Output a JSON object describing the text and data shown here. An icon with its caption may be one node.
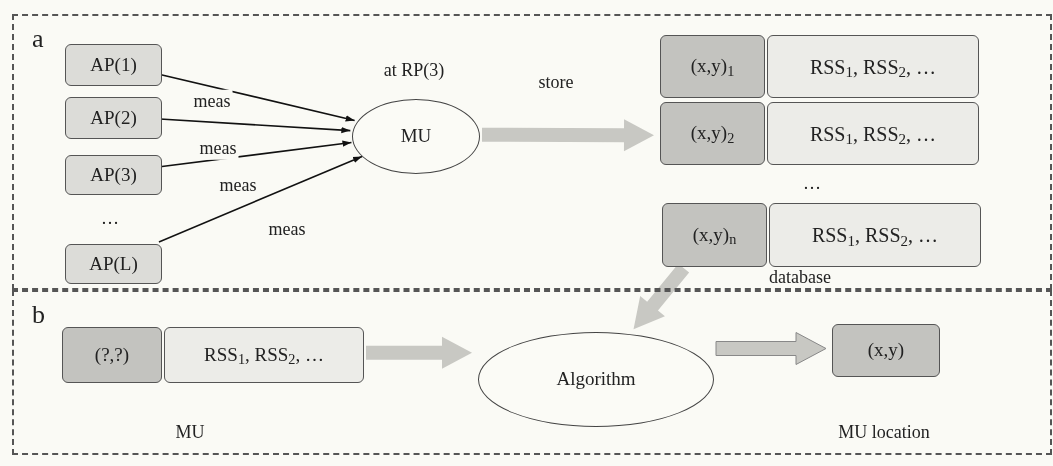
{
  "diagram": {
    "nodes": [
      {
        "text": [
          "a"
        ]
      },
      {
        "text": [
          "AP(1)"
        ],
        "in": 0
      },
      {
        "text": [
          "AP(2)"
        ],
        "in": 0
      },
      {
        "text": [
          "AP(3)"
        ],
        "in": 0
      },
      {
        "text": [
          "AP(L)"
        ],
        "in": 0
      },
      {
        "text": [
          "MU"
        ],
        "in": 0,
        "beside": [
          "at RP(3)"
        ]
      },
      {
        "text": [
          "(x,y)$_{1}$"
        ],
        "in": 0
      },
      {
        "text": [
          "RSS$_{1}$, RSS$_{2}$, …"
        ],
        "in": 0
      },
      {
        "text": [
          "(x,y)$_{2}$"
        ],
        "in": 0
      },
      {
        "text": [
          "RSS$_{1}$, RSS$_{2}$, …"
        ],
        "in": 0
      },
      {
        "text": [
          "(x,y)$_{n}$"
        ],
        "in": 0
      },
      {
        "text": [
          "RSS$_{1}$, RSS$_{2}$, …"
        ],
        "in": 0
      },
      {
        "text": [
          "b"
        ]
      },
      {
        "text": [
          "(?,?)"
        ],
        "in": 12
      },
      {
        "text": [
          "RSS$_{1}$, RSS$_{2}$, …"
        ],
        "in": 12
      },
      {
        "text": [
          "Algorithm"
        ],
        "in": 12
      },
      {
        "text": [
          "(x,y)"
        ],
        "in": 12,
        "beside": [
          "MU location"
        ]
      }
    ],
    "edges": [
      {
        "from": 1,
        "to": 5,
        "arrow": "to",
        "label": "meas"
      },
      {
        "from": 2,
        "to": 5,
        "arrow": "to",
        "label": "meas"
      },
      {
        "from": 3,
        "to": 5,
        "arrow": "to",
        "label": "meas"
      },
      {
        "from": 4,
        "to": 5,
        "arrow": "to",
        "label": "meas"
      },
      {
        "from": 5,
        "to": 8,
        "arrow": "to",
        "label": "store",
        "style": "thick",
        "color": "#c8c8c3"
      },
      {
        "from": 10,
        "to": 15,
        "arrow": "to",
        "style": "thick",
        "color": "#c8c8c3"
      },
      {
        "from": 14,
        "to": 15,
        "arrow": "to",
        "style": "thick",
        "color": "#c8c8c3"
      },
      {
        "from": 15,
        "to": 16,
        "arrow": "to",
        "style": "thick",
        "color": "#c8c8c3"
      }
    ],
    "labels": [
      "…",
      "…",
      "database",
      "MU"
    ]
  }
}
